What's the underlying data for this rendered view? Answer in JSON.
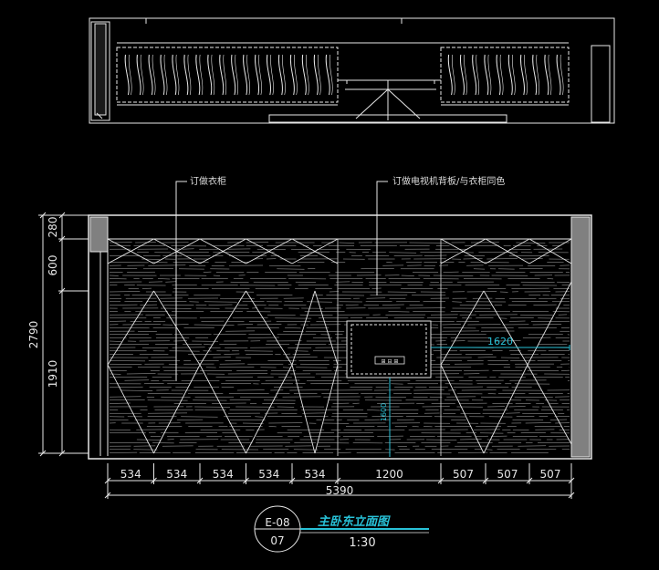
{
  "drawing": {
    "title": "主卧东立面图",
    "scale": "1:30",
    "sheet_code": "E-08",
    "sheet_number": "07"
  },
  "callouts": [
    {
      "text": "订做衣柜"
    },
    {
      "text": "订做电视机背板/与衣柜同色"
    }
  ],
  "dimensions": {
    "bottom_segments": [
      "534",
      "534",
      "534",
      "534",
      "534",
      "1200",
      "507",
      "507",
      "507"
    ],
    "overall_width": "5390",
    "left_vertical": [
      "280",
      "600",
      "1910"
    ],
    "overall_height": "2790",
    "tv_width": "1620",
    "tv_height": "1600"
  },
  "colors": {
    "background": "#000000",
    "line": "#e8e8e8",
    "accent": "#28c2d8",
    "gray_panel": "#808080"
  }
}
